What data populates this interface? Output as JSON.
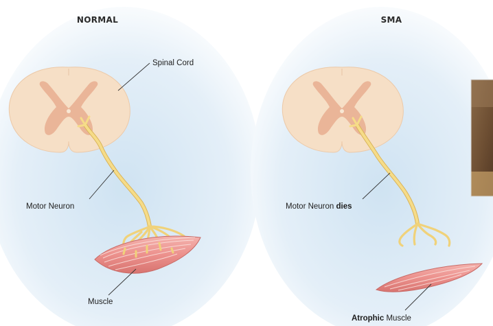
{
  "panels": {
    "normal": {
      "title": "NORMAL",
      "labels": {
        "spinal_cord": "Spinal Cord",
        "motor_neuron": "Motor Neuron",
        "muscle": "Muscle"
      }
    },
    "sma": {
      "title": "SMA",
      "labels": {
        "motor_neuron": "Motor Neuron ",
        "motor_neuron_dies": "dies",
        "atrophic": "Atrophic",
        "muscle": " Muscle"
      }
    }
  },
  "colors": {
    "background_glow": "#cfe3f2",
    "cord_white_matter": "#f6dfc6",
    "cord_gray_matter": "#eab598",
    "neuron": "#f6dc88",
    "neuron_outline": "#d9b45a",
    "muscle": "#ec9a97",
    "muscle_stripes": "#fbe3df",
    "inset_photo": "#7a5a3c"
  },
  "icons": {
    "inset": "photo-thumbnail-icon"
  }
}
